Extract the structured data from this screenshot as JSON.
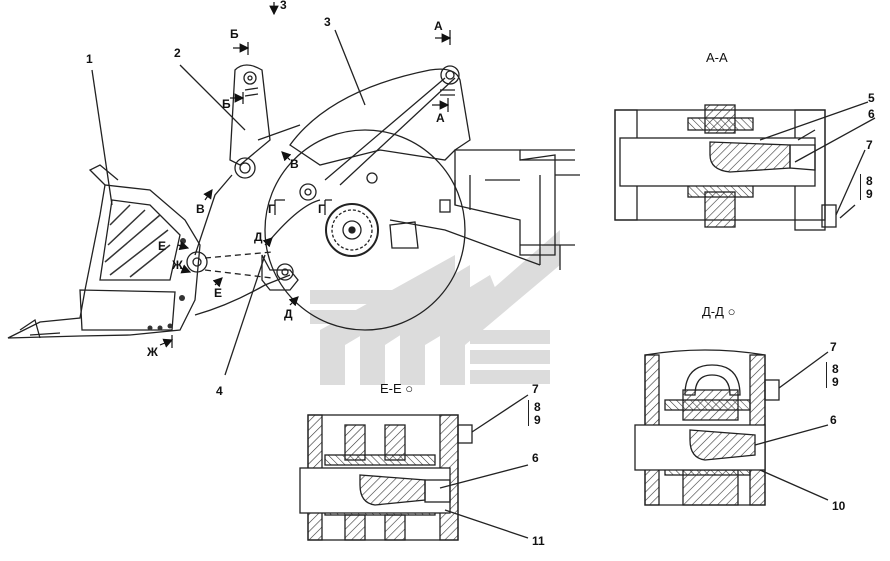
{
  "main_view": {
    "callouts": [
      "1",
      "2",
      "3",
      "4"
    ],
    "view_marks": {
      "a_top": "А",
      "a_mid": "А",
      "b_top": "Б",
      "b_mid": "Б",
      "v_left": "В",
      "v_right": "В",
      "g_left": "Г",
      "g_right": "Г",
      "d_top": "Д",
      "d_bot": "Д",
      "e_top": "Е",
      "e_bot": "Е",
      "zh_top": "Ж",
      "zh_bot": "Ж",
      "top_arrow": "3"
    }
  },
  "section_aa": {
    "title": "А-А",
    "callouts": {
      "c5": "5",
      "c6": "6",
      "c7": "7",
      "c8": "8",
      "c9": "9"
    }
  },
  "section_dd": {
    "title": "Д-Д",
    "rotate_symbol": "○",
    "callouts": {
      "c7": "7",
      "c8": "8",
      "c9": "9",
      "c6": "6",
      "c10": "10"
    }
  },
  "section_ee": {
    "title": "Е-Е",
    "rotate_symbol": "○",
    "callouts": {
      "c7": "7",
      "c8": "8",
      "c9": "9",
      "c6": "6",
      "c11": "11"
    }
  },
  "colors": {
    "line": "#222222",
    "watermark": "#d9d9d9",
    "hatch": "#333333"
  }
}
